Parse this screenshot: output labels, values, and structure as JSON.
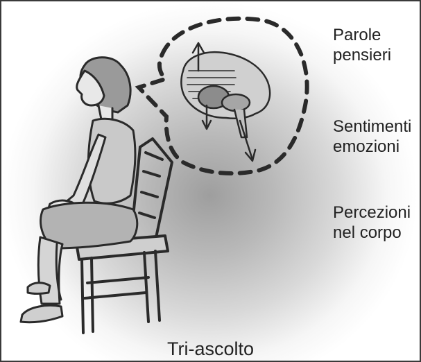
{
  "labels": {
    "thoughts": [
      "Parole",
      "pensieri"
    ],
    "feelings": [
      "Sentimenti",
      "emozioni"
    ],
    "body": [
      "Percezioni",
      "nel corpo"
    ]
  },
  "caption": "Tri-ascolto",
  "icons": {
    "figure": "seated-woman-icon",
    "chair": "chair-icon",
    "bubble": "thought-bubble-icon",
    "brain": "brain-icon"
  },
  "colors": {
    "ink": "#222222",
    "halo": "#9e9e9e"
  }
}
